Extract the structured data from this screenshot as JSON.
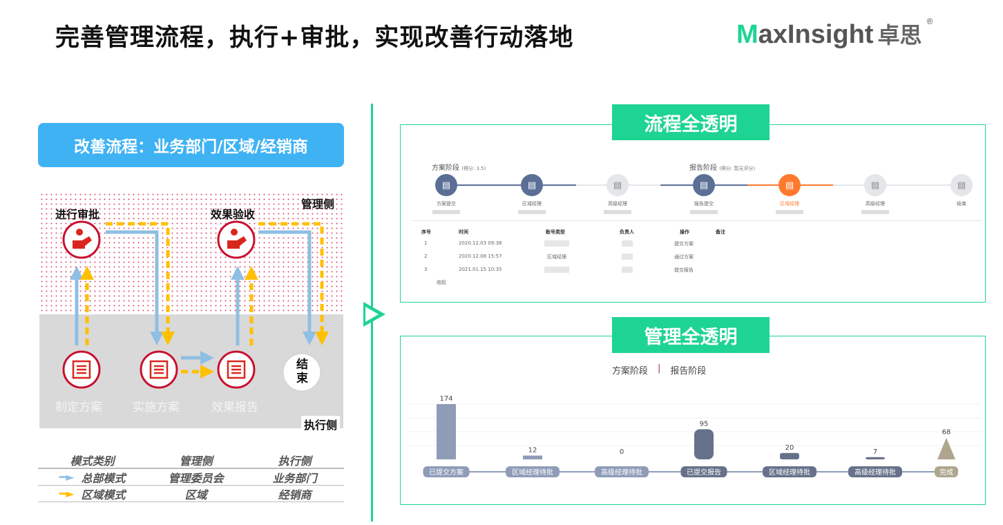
{
  "title": "完善管理流程，执行+审批，实现改善行动落地",
  "logo": {
    "brand": "MaxInsight",
    "cn": "卓思",
    "reg": "®"
  },
  "left": {
    "banner": "改善流程：业务部门/区域/经销商",
    "mgmt_side": "管理侧",
    "exec_side": "执行侧",
    "approve": "进行审批",
    "accept": "效果验收",
    "steps": [
      "制定方案",
      "实施方案",
      "效果报告"
    ],
    "end": [
      "结",
      "束"
    ],
    "legend": {
      "headers": [
        "模式类别",
        "管理侧",
        "执行侧"
      ],
      "rows": [
        {
          "mode": "总部模式",
          "mgmt": "管理委员会",
          "exec": "业务部门",
          "color": "#8fbfe2"
        },
        {
          "mode": "区域模式",
          "mgmt": "区域",
          "exec": "经销商",
          "color": "#ffc000"
        }
      ]
    }
  },
  "process": {
    "badge": "流程全透明",
    "stage1": {
      "name": "方案阶段",
      "score": "(得分: 3.5)"
    },
    "stage2": {
      "name": "报告阶段",
      "score": "(得分: 暂无评分)"
    },
    "steps": [
      {
        "label": "方案提交",
        "state": "done"
      },
      {
        "label": "区域经理",
        "state": "done"
      },
      {
        "label": "高级经理",
        "state": "todo"
      },
      {
        "label": "报告提交",
        "state": "done"
      },
      {
        "label": "区域经理",
        "state": "active"
      },
      {
        "label": "高级经理",
        "state": "todo"
      },
      {
        "label": "结束",
        "state": "todo"
      }
    ],
    "table": {
      "headers": [
        "序号",
        "时间",
        "账号类型",
        "负责人",
        "操作",
        "备注"
      ],
      "rows": [
        {
          "no": "1",
          "time": "2020.12.03 09:38",
          "type": "",
          "action": "提交方案"
        },
        {
          "no": "2",
          "time": "2020.12.08 15:57",
          "type": "区域经理",
          "action": "通过方案"
        },
        {
          "no": "3",
          "time": "2021.01.15 10:35",
          "type": "",
          "action": "提交报告"
        }
      ],
      "collapse": "收起"
    }
  },
  "mgmt": {
    "badge": "管理全透明",
    "tabs": [
      "方案阶段",
      "报告阶段"
    ],
    "chart_data": {
      "type": "bar",
      "categories": [
        "已提交方案",
        "区域经理待批",
        "高级经理待批",
        "已提交报告",
        "区域经理待批",
        "高级经理待批",
        "完成"
      ],
      "values": [
        174,
        12,
        0,
        95,
        20,
        7,
        68
      ],
      "colors": [
        "#8e9cb8",
        "#8e9cb8",
        "#8e9cb8",
        "#67718a",
        "#67718a",
        "#67718a",
        "#aea68e"
      ],
      "ylim": [
        0,
        174
      ]
    }
  },
  "colors": {
    "green": "#1ed493",
    "blue": "#3fb2f4",
    "done": "#5b6f96",
    "active": "#ff7a2e",
    "todo": "#e4e6ea"
  }
}
